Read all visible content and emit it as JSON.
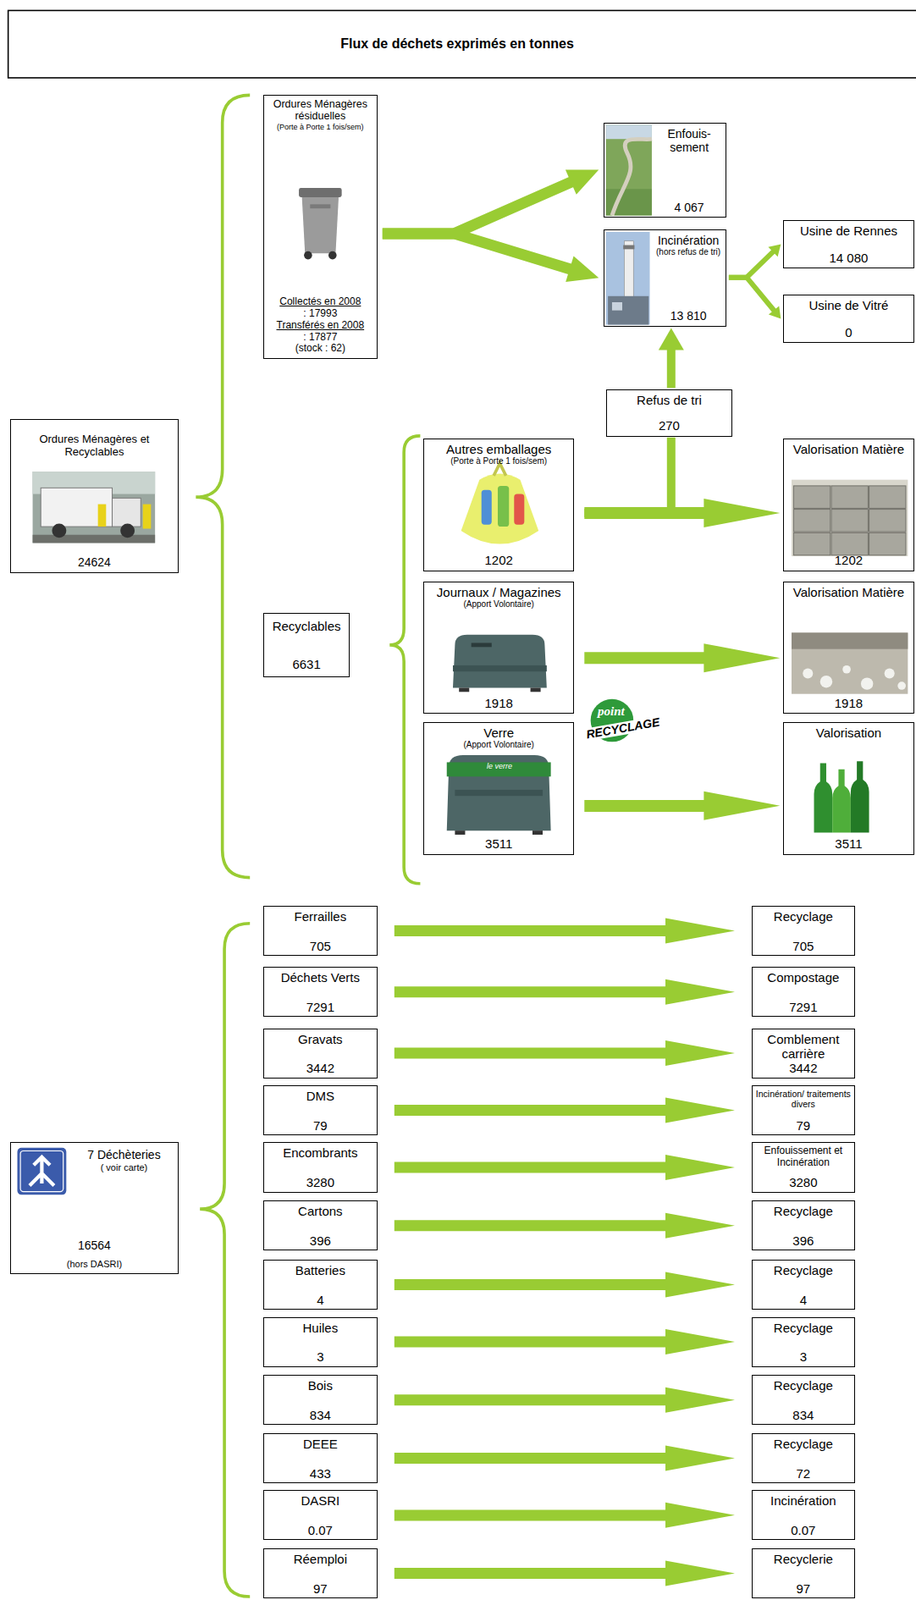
{
  "diagram": {
    "title": "Flux de déchets exprimés en tonnes",
    "nodes": [
      {
        "text": [
          "Ordures Ménagères et Recyclables",
          "24624"
        ]
      },
      {
        "text": [
          "Ordures Ménagères résiduelles",
          "(Porte à Porte 1 fois/sem)",
          "Collectés en 2008",
          ": 17993",
          "Transférés en 2008",
          ": 17877",
          "(stock : 62)"
        ]
      },
      {
        "text": [
          "Enfouis- sement",
          "4 067"
        ]
      },
      {
        "text": [
          "Incinération",
          "(hors refus de tri)",
          "13 810"
        ]
      },
      {
        "text": [
          "Usine de Rennes",
          "14 080"
        ]
      },
      {
        "text": [
          "Usine de Vitré",
          "0"
        ]
      },
      {
        "text": [
          "Refus de tri",
          "270"
        ]
      },
      {
        "text": [
          "Recyclables",
          "6631"
        ]
      },
      {
        "text": [
          "Autres emballages",
          "(Porte à Porte 1 fois/sem)",
          "1202"
        ]
      },
      {
        "text": [
          "Valorisation Matière",
          "1202"
        ]
      },
      {
        "text": [
          "Journaux / Magazines",
          "(Apport Volontaire)",
          "1918"
        ]
      },
      {
        "text": [
          "Valorisation Matière",
          "1918"
        ]
      },
      {
        "text": [
          "Verre",
          "(Apport Volontaire)",
          "3511"
        ]
      },
      {
        "text": [
          "Valorisation",
          "3511"
        ]
      },
      {
        "text": [
          "7 Déchèteries",
          "( voir carte)",
          "16564",
          "(hors DASRI)"
        ]
      },
      {
        "text": [
          "Ferrailles",
          "705"
        ]
      },
      {
        "text": [
          "Recyclage",
          "705"
        ]
      },
      {
        "text": [
          "Déchets Verts",
          "7291"
        ]
      },
      {
        "text": [
          "Compostage",
          "7291"
        ]
      },
      {
        "text": [
          "Gravats",
          "3442"
        ]
      },
      {
        "text": [
          "Comblement carrière",
          "3442"
        ]
      },
      {
        "text": [
          "DMS",
          "79"
        ]
      },
      {
        "text": [
          "Incinération/ traitements divers",
          "79"
        ]
      },
      {
        "text": [
          "Encombrants",
          "3280"
        ]
      },
      {
        "text": [
          "Enfouissement et Incinération",
          "3280"
        ]
      },
      {
        "text": [
          "Cartons",
          "396"
        ]
      },
      {
        "text": [
          "Recyclage",
          "396"
        ]
      },
      {
        "text": [
          "Batteries",
          "4"
        ]
      },
      {
        "text": [
          "Recyclage",
          "4"
        ]
      },
      {
        "text": [
          "Huiles",
          "3"
        ]
      },
      {
        "text": [
          "Recyclage",
          "3"
        ]
      },
      {
        "text": [
          "Bois",
          "834"
        ]
      },
      {
        "text": [
          "Recyclage",
          "834"
        ]
      },
      {
        "text": [
          "DEEE",
          "433"
        ]
      },
      {
        "text": [
          "Recyclage",
          "72"
        ]
      },
      {
        "text": [
          "DASRI",
          "0.07"
        ]
      },
      {
        "text": [
          "Incinération",
          "0.07"
        ]
      },
      {
        "text": [
          "Réemploi",
          "97"
        ]
      },
      {
        "text": [
          "Recyclerie",
          "97"
        ]
      }
    ],
    "edges": [
      {
        "from": 1,
        "to": 2,
        "arrow": "to"
      },
      {
        "from": 1,
        "to": 3,
        "arrow": "to"
      },
      {
        "from": 3,
        "to": 4,
        "arrow": "to"
      },
      {
        "from": 3,
        "to": 5,
        "arrow": "to"
      },
      {
        "from": 8,
        "to": 6,
        "arrow": "none"
      },
      {
        "from": 6,
        "to": 3,
        "arrow": "to"
      },
      {
        "from": 8,
        "to": 9,
        "arrow": "to"
      },
      {
        "from": 10,
        "to": 11,
        "arrow": "to"
      },
      {
        "from": 12,
        "to": 13,
        "arrow": "to"
      },
      {
        "from": 15,
        "to": 16,
        "arrow": "to"
      },
      {
        "from": 17,
        "to": 18,
        "arrow": "to"
      },
      {
        "from": 19,
        "to": 20,
        "arrow": "to"
      },
      {
        "from": 21,
        "to": 22,
        "arrow": "to"
      },
      {
        "from": 23,
        "to": 24,
        "arrow": "to"
      },
      {
        "from": 25,
        "to": 26,
        "arrow": "to"
      },
      {
        "from": 27,
        "to": 28,
        "arrow": "to"
      },
      {
        "from": 29,
        "to": 30,
        "arrow": "to"
      },
      {
        "from": 31,
        "to": 32,
        "arrow": "to"
      },
      {
        "from": 33,
        "to": 34,
        "arrow": "to"
      },
      {
        "from": 35,
        "to": 36,
        "arrow": "to"
      },
      {
        "from": 37,
        "to": 38,
        "arrow": "to"
      }
    ],
    "labels": [
      "point",
      "RECYCLAGE",
      "le verre"
    ]
  }
}
